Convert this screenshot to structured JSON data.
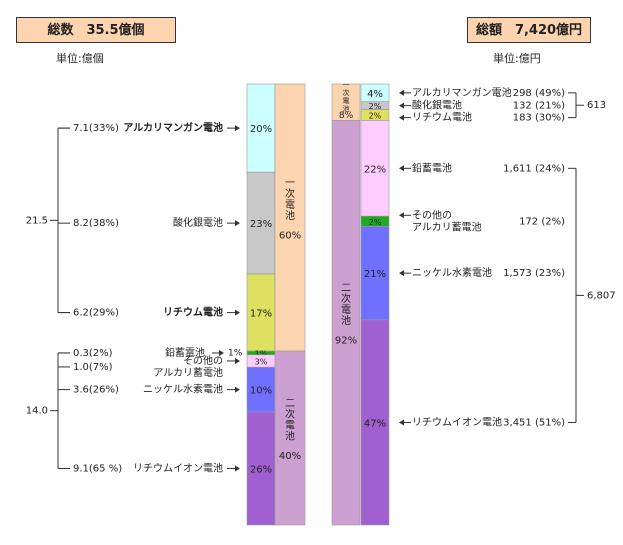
{
  "headers": {
    "left_title": "総数　35.5億個",
    "right_title": "総額　7,420億円",
    "left_unit": "単位:億個",
    "right_unit": "単位:億円"
  },
  "colors": {
    "alkaline": "#ccffff",
    "silver": "#c8c8c8",
    "lithium": "#dde060",
    "lead": "#20aa20",
    "other_alk": "#ffccff",
    "nimh": "#7070ff",
    "liion": "#a060d0",
    "primary": "#fcd5b0",
    "secondary": "#cca0d0"
  },
  "chart_data": [
    {
      "type": "bar",
      "title": "総数　35.5億個",
      "unit": "単位:億個",
      "stacked": true,
      "categories": [
        "アルカリマンガン電池",
        "酸化銀電池",
        "リチウム電池",
        "鉛蓄電池",
        "その他のアルカリ蓄電池",
        "ニッケル水素電池",
        "リチウムイオン電池"
      ],
      "segments": [
        {
          "name": "アルカリマンガン電池",
          "value": 7.1,
          "pct": "20%",
          "group": "primary",
          "color_key": "alkaline",
          "callout": "7.1(33%)"
        },
        {
          "name": "酸化銀電池",
          "value": 8.2,
          "pct": "23%",
          "group": "primary",
          "color_key": "silver",
          "callout": "8.2(38%)"
        },
        {
          "name": "リチウム電池",
          "value": 6.2,
          "pct": "17%",
          "group": "primary",
          "color_key": "lithium",
          "callout": "6.2(29%)"
        },
        {
          "name": "鉛蓄電池",
          "value": 0.3,
          "pct": "1%",
          "group": "secondary",
          "color_key": "lead",
          "callout": "0.3(2%)"
        },
        {
          "name": "その他のアルカリ蓄電池",
          "value": 1.0,
          "pct": "3%",
          "group": "secondary",
          "color_key": "other_alk",
          "callout": "1.0(7%)"
        },
        {
          "name": "ニッケル水素電池",
          "value": 3.6,
          "pct": "10%",
          "group": "secondary",
          "color_key": "nimh",
          "callout": "3.6(26%)"
        },
        {
          "name": "リチウムイオン電池",
          "value": 9.1,
          "pct": "26%",
          "group": "secondary",
          "color_key": "liion",
          "callout": "9.1(65 %)"
        }
      ],
      "groups": [
        {
          "id": "primary",
          "label": "一次電池",
          "pct": "60%",
          "total": "21.5",
          "color_key": "primary"
        },
        {
          "id": "secondary",
          "label": "二次電池",
          "pct": "40%",
          "total": "14.0",
          "color_key": "secondary"
        }
      ]
    },
    {
      "type": "bar",
      "title": "総額　7,420億円",
      "unit": "単位:億円",
      "stacked": true,
      "categories": [
        "アルカリマンガン電池",
        "酸化銀電池",
        "リチウム電池",
        "鉛蓄電池",
        "その他のアルカリ蓄電池",
        "ニッケル水素電池",
        "リチウムイオン電池"
      ],
      "segments": [
        {
          "name": "アルカリマンガン電池",
          "value": 298,
          "pct": "4%",
          "group": "primary",
          "color_key": "alkaline",
          "callout": "298 (49%)"
        },
        {
          "name": "酸化銀電池",
          "value": 132,
          "pct": "2%",
          "group": "primary",
          "color_key": "silver",
          "callout": "132 (21%)"
        },
        {
          "name": "リチウム電池",
          "value": 183,
          "pct": "2%",
          "group": "primary",
          "color_key": "lithium",
          "callout": "183 (30%)"
        },
        {
          "name": "鉛蓄電池",
          "value": 1611,
          "pct": "22%",
          "group": "secondary",
          "color_key": "other_alk",
          "callout": "1,611 (24%)"
        },
        {
          "name": "その他のアルカリ蓄電池",
          "value": 172,
          "pct": "2%",
          "group": "secondary",
          "color_key": "lead",
          "callout": "172 (2%)"
        },
        {
          "name": "ニッケル水素電池",
          "value": 1573,
          "pct": "21%",
          "group": "secondary",
          "color_key": "nimh",
          "callout": "1,573 (23%)"
        },
        {
          "name": "リチウムイオン電池",
          "value": 3451,
          "pct": "47%",
          "group": "secondary",
          "color_key": "liion",
          "callout": "3,451 (51%)"
        }
      ],
      "groups": [
        {
          "id": "primary",
          "label": "一次電池",
          "pct": "8%",
          "total": "613",
          "color_key": "primary"
        },
        {
          "id": "secondary",
          "label": "二次電池",
          "pct": "92%",
          "total": "6,807",
          "color_key": "secondary"
        }
      ]
    }
  ]
}
